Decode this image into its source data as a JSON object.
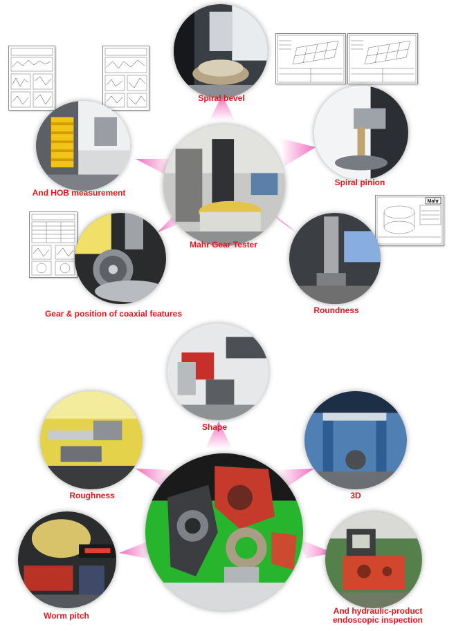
{
  "labels": {
    "spiral_bevel": "Spiral bevel",
    "spiral_pinion": "Spiral pinion",
    "hob": "And HOB measurement",
    "center": "Mahr Gear Tester",
    "gear_position": "Gear & position of coaxial features",
    "roundness": "Roundness",
    "shape": "Shape",
    "roughness": "Roughness",
    "three_d": "3D",
    "worm_pitch": "Worm pitch",
    "hydraulic_line1": "And hydraulic-product",
    "hydraulic_line2": "endoscopic inspection"
  },
  "report_logo": "Mahr",
  "colors": {
    "label": "#e8141c",
    "arrow": "#f070c0"
  }
}
